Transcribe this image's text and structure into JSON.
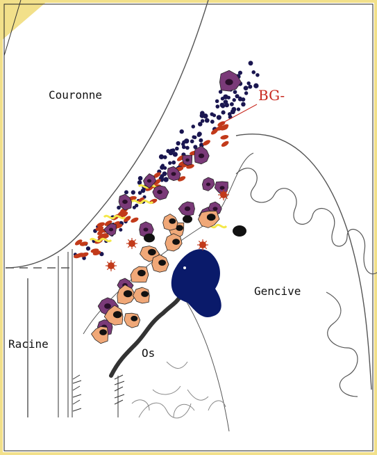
{
  "colors": {
    "frame": "#f2e08a",
    "outline": "#555555",
    "plaque_dot": "#1a1650",
    "red_cell": "#c23a1a",
    "purple_cell": "#7a3a78",
    "purple_core": "#2a0f2a",
    "orange_cell": "#f0a878",
    "black_nucleus": "#111111",
    "blue_mass": "#0a1a6a",
    "yellow_fiber": "#f4e84a",
    "label_red": "#c8281e",
    "bone": "#333333"
  },
  "labels": {
    "crown": "Couronne",
    "bacteria": "BG-",
    "gum": "Gencive",
    "root": "Racine",
    "bone": "Os"
  },
  "icons": [
    "tooth-crown-outline",
    "gingiva-outline",
    "bone-trabeculae",
    "plaque-bacteria",
    "immune-cells"
  ]
}
